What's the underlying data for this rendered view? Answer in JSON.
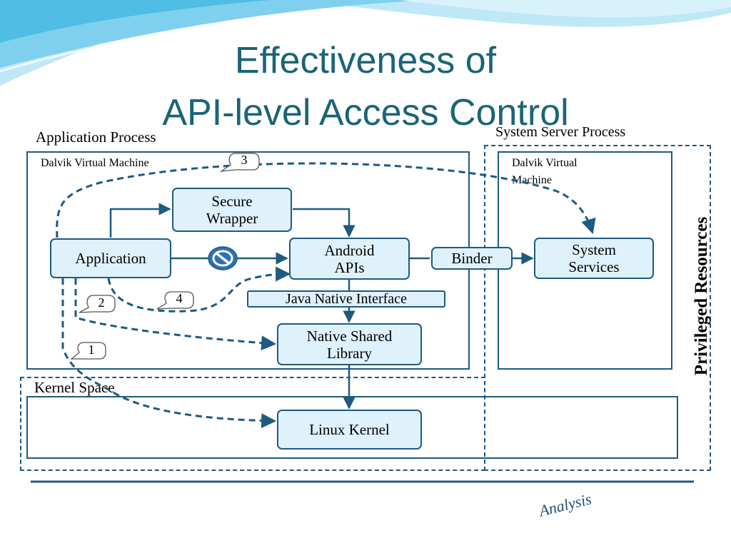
{
  "title": {
    "line1": "Effectiveness of",
    "line2": "API-level Access Control"
  },
  "regions": {
    "application_process": "Application Process",
    "dalvik_vm_app": "Dalvik Virtual Machine",
    "system_server_process": "System Server Process",
    "dalvik_vm_server_line1": "Dalvik Virtual",
    "dalvik_vm_server_line2": "Machine",
    "kernel_space": "Kernel Space",
    "privileged_resources": "Privileged Resources"
  },
  "boxes": {
    "secure_wrapper_line1": "Secure",
    "secure_wrapper_line2": "Wrapper",
    "application": "Application",
    "android_apis_line1": "Android",
    "android_apis_line2": "APIs",
    "binder": "Binder",
    "system_services_line1": "System",
    "system_services_line2": "Services",
    "jni": "Java Native Interface",
    "native_lib_line1": "Native Shared",
    "native_lib_line2": "Library",
    "linux_kernel": "Linux Kernel"
  },
  "callouts": [
    "1",
    "2",
    "3",
    "4"
  ],
  "icons": {
    "blocked": "no-entry-icon"
  },
  "footer": {
    "analysis": "Analysis"
  },
  "colors": {
    "title": "#1b6478",
    "stroke": "#1e5a82",
    "box_fill": "#dff1fb",
    "wave": "#5cc3e6"
  }
}
